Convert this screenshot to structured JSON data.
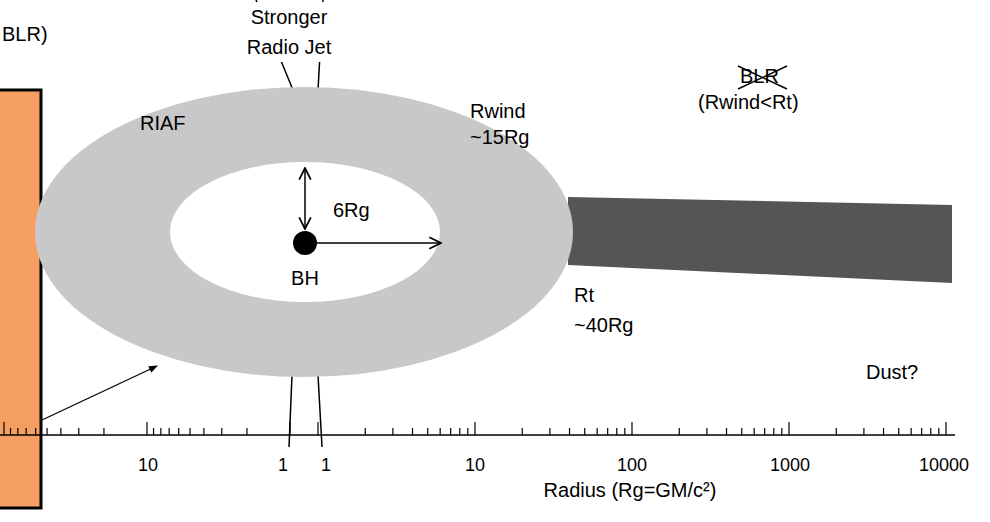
{
  "diagram": {
    "nodes": [
      {
        "text": [
          "RIAF"
        ]
      },
      {
        "text": [
          "BH"
        ],
        "in": 0
      }
    ],
    "labels": [
      "BLR)",
      "Stronger Radio Jet",
      "6Rg",
      "Rwind ~15Rg",
      "Rt ~40Rg",
      "BLR",
      "(Rwind<Rt)",
      "Dust?",
      "10",
      "1",
      "1",
      "10",
      "100",
      "1000",
      "10000",
      "Radius (Rg=GM/c²)"
    ]
  }
}
